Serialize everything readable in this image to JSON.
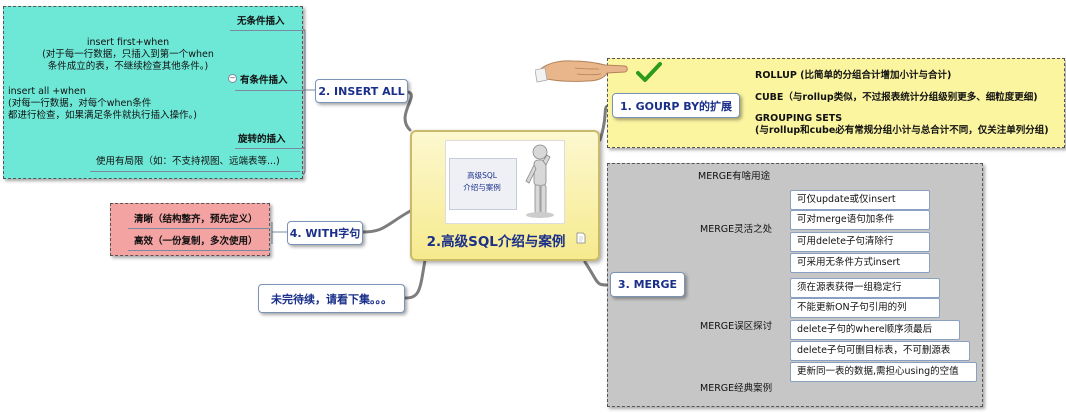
{
  "center": {
    "title": "2.高级SQL介绍与案例",
    "image_caption": "高级SQL\n介绍与案例"
  },
  "insert_all": {
    "label": "2. INSERT ALL",
    "items": [
      {
        "label": "无条件插入"
      },
      {
        "label": "有条件插入",
        "children": [
          "insert first+when\n(对于每一行数据，只插入到第一个when\n条件成立的表，不继续检查其他条件。)",
          "insert all +when\n(对每一行数据，对每个when条件\n都进行检查，如果满足条件就执行插入操作。)"
        ]
      },
      {
        "label": "旋转的插入"
      },
      {
        "label": "使用有局限（如：不支持视图、远端表等...)"
      }
    ]
  },
  "with_clause": {
    "label": "4. WITH字句",
    "items": [
      "清晰（结构整齐，预先定义）",
      "高效（一份复制，多次使用）"
    ]
  },
  "todo": {
    "label": "未完待续，请看下集。。。"
  },
  "group_by": {
    "label": "1. GOURP BY的扩展",
    "items": [
      "ROLLUP (比简单的分组合计增加小计与合计)",
      "CUBE（与rollup类似，不过报表统计分组级别更多、细粒度更细)",
      "GROUPING SETS\n(与rollup和cube必有常规分组小计与总合计不同，仅关注单列分组)"
    ]
  },
  "merge": {
    "label": "3. MERGE",
    "items": [
      {
        "label": "MERGE有啥用途"
      },
      {
        "label": "MERGE灵活之处",
        "children": [
          "可仅update或仅insert",
          "可对merge语句加条件",
          "可用delete子句清除行",
          "可采用无条件方式insert"
        ]
      },
      {
        "label": "MERGE误区探讨",
        "children": [
          "须在源表获得一组稳定行",
          "不能更新ON子句引用的列",
          "delete子句的where顺序须最后",
          "delete子句可删目标表，不可删源表",
          "更新同一表的数据,需担心using的空值"
        ]
      },
      {
        "label": "MERGE经典案例"
      }
    ]
  },
  "colors": {
    "insert_panel": "#6ee8d6",
    "with_panel": "#f4a3a3",
    "group_panel": "#fbf5a0",
    "merge_panel": "#c6c6c6",
    "center_fill": "#fbf1a8",
    "node_text": "#1a2f8a",
    "check": "#2e9a1c"
  },
  "icons": [
    "pointing-hand-icon",
    "checkmark-icon",
    "thinking-figure-icon",
    "note-icon"
  ]
}
